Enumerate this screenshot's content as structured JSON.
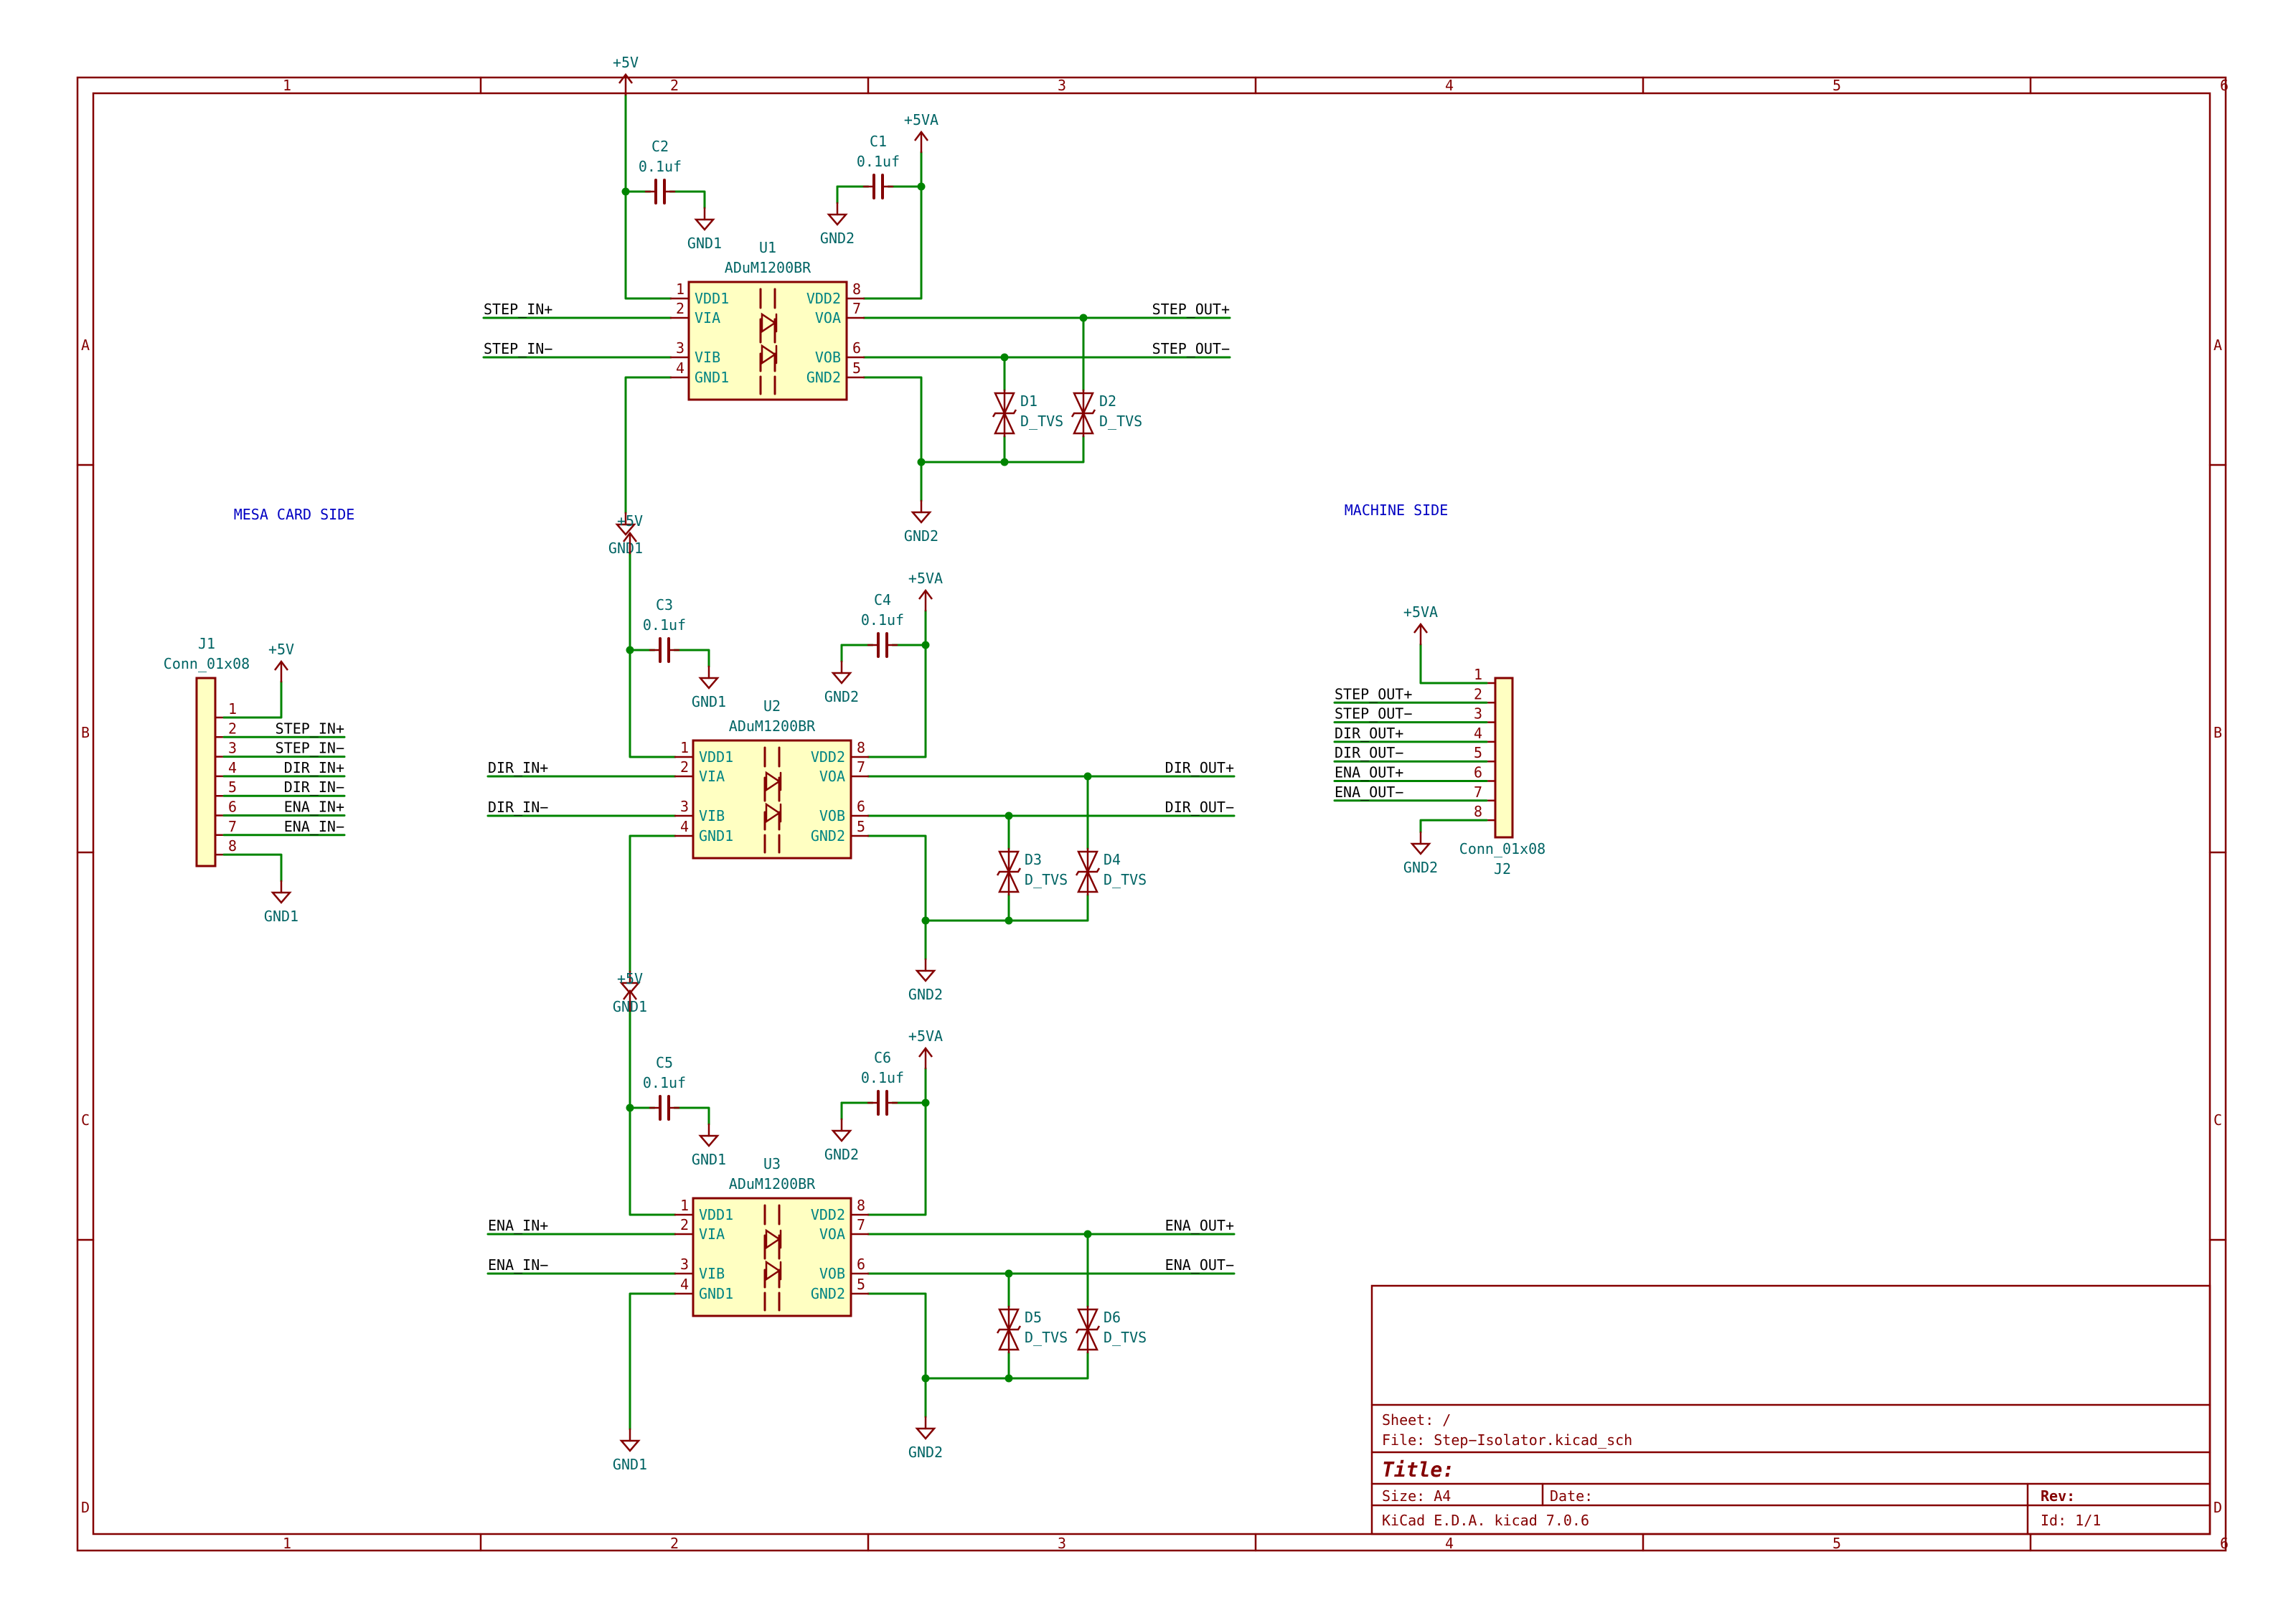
{
  "border": {
    "columns": [
      "1",
      "2",
      "3",
      "4",
      "5",
      "6"
    ],
    "rows": [
      "A",
      "B",
      "C",
      "D"
    ]
  },
  "notes": {
    "left": "MESA CARD SIDE",
    "right": "MACHINE SIDE"
  },
  "colors": {
    "border": "#840000",
    "wire": "#008400",
    "junction": "#008400",
    "component": "#840000",
    "body_fill": "#ffffc2",
    "ref_text": "#006464",
    "pin_text": "#008484",
    "label_text": "#000000",
    "note_text": "#0000c2"
  },
  "isolators": [
    {
      "ref": "U1",
      "value": "ADuM1200BR",
      "pins_left": [
        {
          "num": "1",
          "name": "VDD1"
        },
        {
          "num": "2",
          "name": "VIA"
        },
        {
          "num": "3",
          "name": "VIB"
        },
        {
          "num": "4",
          "name": "GND1"
        }
      ],
      "pins_right": [
        {
          "num": "8",
          "name": "VDD2"
        },
        {
          "num": "7",
          "name": "VOA"
        },
        {
          "num": "6",
          "name": "VOB"
        },
        {
          "num": "5",
          "name": "GND2"
        }
      ],
      "in_pos": "STEP_IN+",
      "in_neg": "STEP_IN−",
      "out_pos": "STEP_OUT+",
      "out_neg": "STEP_OUT−",
      "cap_left": {
        "ref": "C2",
        "value": "0.1uf"
      },
      "cap_right": {
        "ref": "C1",
        "value": "0.1uf"
      },
      "pwr_left": "+5V",
      "pwr_right": "+5VA",
      "gnd_left_cap": "GND1",
      "gnd_right_cap": "GND2",
      "gnd_left": "GND1",
      "gnd_right": "GND2",
      "tvs_a": {
        "ref": "D1",
        "value": "D_TVS"
      },
      "tvs_b": {
        "ref": "D2",
        "value": "D_TVS"
      }
    },
    {
      "ref": "U2",
      "value": "ADuM1200BR",
      "pins_left": [
        {
          "num": "1",
          "name": "VDD1"
        },
        {
          "num": "2",
          "name": "VIA"
        },
        {
          "num": "3",
          "name": "VIB"
        },
        {
          "num": "4",
          "name": "GND1"
        }
      ],
      "pins_right": [
        {
          "num": "8",
          "name": "VDD2"
        },
        {
          "num": "7",
          "name": "VOA"
        },
        {
          "num": "6",
          "name": "VOB"
        },
        {
          "num": "5",
          "name": "GND2"
        }
      ],
      "in_pos": "DIR_IN+",
      "in_neg": "DIR_IN−",
      "out_pos": "DIR_OUT+",
      "out_neg": "DIR_OUT−",
      "cap_left": {
        "ref": "C3",
        "value": "0.1uf"
      },
      "cap_right": {
        "ref": "C4",
        "value": "0.1uf"
      },
      "pwr_left": "+5V",
      "pwr_right": "+5VA",
      "gnd_left_cap": "GND1",
      "gnd_right_cap": "GND2",
      "gnd_left": "GND1",
      "gnd_right": "GND2",
      "tvs_a": {
        "ref": "D3",
        "value": "D_TVS"
      },
      "tvs_b": {
        "ref": "D4",
        "value": "D_TVS"
      }
    },
    {
      "ref": "U3",
      "value": "ADuM1200BR",
      "pins_left": [
        {
          "num": "1",
          "name": "VDD1"
        },
        {
          "num": "2",
          "name": "VIA"
        },
        {
          "num": "3",
          "name": "VIB"
        },
        {
          "num": "4",
          "name": "GND1"
        }
      ],
      "pins_right": [
        {
          "num": "8",
          "name": "VDD2"
        },
        {
          "num": "7",
          "name": "VOA"
        },
        {
          "num": "6",
          "name": "VOB"
        },
        {
          "num": "5",
          "name": "GND2"
        }
      ],
      "in_pos": "ENA_IN+",
      "in_neg": "ENA_IN−",
      "out_pos": "ENA_OUT+",
      "out_neg": "ENA_OUT−",
      "cap_left": {
        "ref": "C5",
        "value": "0.1uf"
      },
      "cap_right": {
        "ref": "C6",
        "value": "0.1uf"
      },
      "pwr_left": "+5V",
      "pwr_right": "+5VA",
      "gnd_left_cap": "GND1",
      "gnd_right_cap": "GND2",
      "gnd_left": "GND1",
      "gnd_right": "GND2",
      "tvs_a": {
        "ref": "D5",
        "value": "D_TVS"
      },
      "tvs_b": {
        "ref": "D6",
        "value": "D_TVS"
      }
    }
  ],
  "connectors": [
    {
      "ref": "J1",
      "value": "Conn_01x08",
      "pwr": "+5V",
      "gnd": "GND1",
      "pins": [
        {
          "num": "1",
          "label": ""
        },
        {
          "num": "2",
          "label": "STEP_IN+"
        },
        {
          "num": "3",
          "label": "STEP_IN−"
        },
        {
          "num": "4",
          "label": "DIR_IN+"
        },
        {
          "num": "5",
          "label": "DIR_IN−"
        },
        {
          "num": "6",
          "label": "ENA_IN+"
        },
        {
          "num": "7",
          "label": "ENA_IN−"
        },
        {
          "num": "8",
          "label": ""
        }
      ]
    },
    {
      "ref": "J2",
      "value": "Conn_01x08",
      "pwr": "+5VA",
      "gnd": "GND2",
      "pins": [
        {
          "num": "1",
          "label": ""
        },
        {
          "num": "2",
          "label": "STEP_OUT+"
        },
        {
          "num": "3",
          "label": "STEP_OUT−"
        },
        {
          "num": "4",
          "label": "DIR_OUT+"
        },
        {
          "num": "5",
          "label": "DIR_OUT−"
        },
        {
          "num": "6",
          "label": "ENA_OUT+"
        },
        {
          "num": "7",
          "label": "ENA_OUT−"
        },
        {
          "num": "8",
          "label": ""
        }
      ]
    }
  ],
  "title_block": {
    "sheet": "Sheet: /",
    "file": "File: Step−Isolator.kicad_sch",
    "title": "Title:",
    "size": "Size: A4",
    "date": "Date:",
    "rev": "Rev:",
    "tool": "KiCad E.D.A.  kicad 7.0.6",
    "id": "Id: 1/1"
  }
}
